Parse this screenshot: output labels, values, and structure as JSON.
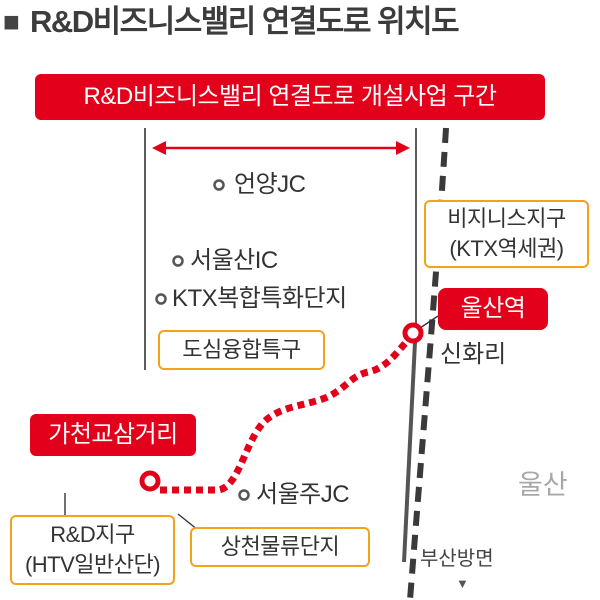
{
  "title": {
    "square": "■",
    "text": "R&D비즈니스밸리 연결도로 위치도"
  },
  "banner": {
    "text": "R&D비즈니스밸리 연결도로 개설사업 구간"
  },
  "places": {
    "eonyang_jc": "언양JC",
    "seoulsan_ic": "서울산IC",
    "ktx_complex": "KTX복합특화단지",
    "seoulju_jc": "서울주JC"
  },
  "zones": {
    "urban_fusion": "도심융합특구",
    "business_line1": "비지니스지구",
    "business_line2": "(KTX역세권)",
    "rnd_line1": "R&D지구",
    "rnd_line2": "(HTV일반산단)",
    "sangcheon_logistics": "상천물류단지"
  },
  "red_labels": {
    "ulsan_station": "울산역",
    "gacheon_junction": "가천교삼거리"
  },
  "area_labels": {
    "sinhwa_ri": "신화리",
    "ulsan": "울산",
    "busan_direction": "부산방면",
    "busan_arrow": "▼"
  },
  "colors": {
    "accent_red": "#e2001a",
    "zone_border": "#f2a31b",
    "text_dark": "#333333",
    "area_gray": "#a8a8a8"
  },
  "icons": {
    "title_marker": "square-bullet-icon",
    "place_marker": "circle-point-icon",
    "endpoint_marker": "red-ring-marker-icon",
    "direction_marker": "down-triangle-icon"
  }
}
